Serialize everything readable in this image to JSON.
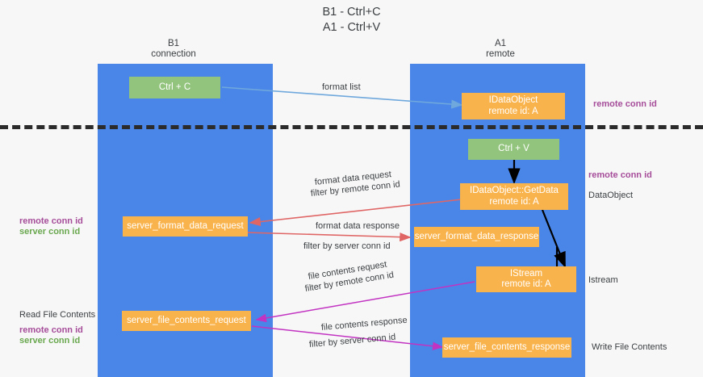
{
  "title": {
    "line1": "B1 - Ctrl+C",
    "line2": "A1 - Ctrl+V"
  },
  "columns": [
    {
      "id": "b1",
      "name": "B1",
      "sub": "connection"
    },
    {
      "id": "a1",
      "name": "A1",
      "sub": "remote"
    }
  ],
  "colors": {
    "lane": "#4a86e8",
    "box_green": "#93c47d",
    "box_orange": "#f9b34c",
    "remote_conn_id": "#a64d9a",
    "server_conn_id_green": "#6aa84f",
    "server_conn_id_purple": "#b04ab0",
    "arrow_blue": "#6fa8dc",
    "arrow_red": "#e06666",
    "arrow_magenta": "#c233c2",
    "arrow_black": "#000000",
    "separator": "#2b2b2b",
    "background": "#f7f7f7"
  },
  "boxes": {
    "ctrl_c": "Ctrl + C",
    "ctrl_v": "Ctrl + V",
    "idataobject_line1": "IDataObject",
    "idataobject_line2": "remote id: A",
    "getdata_line1": "IDataObject::GetData",
    "getdata_line2": "remote id: A",
    "istream_line1": "IStream",
    "istream_line2": "remote id: A",
    "server_format_data_request": "server_format_data_request",
    "server_format_data_response": "server_format_data_response",
    "server_file_contents_request": "server_file_contents_request",
    "server_file_contents_response": "server_file_contents_response"
  },
  "edge_labels": {
    "format_list": "format list",
    "format_data_request": "format data request",
    "format_data_response": "format data response",
    "file_contents_request": "file contents request",
    "file_contents_response": "file contents response",
    "filter_by": "filter by ",
    "remote_conn_id": "remote conn id",
    "server_conn_id": "server conn id"
  },
  "right_labels": [
    {
      "id": "remote-conn-id-top",
      "text": "remote conn id",
      "style": "purple"
    },
    {
      "id": "remote-conn-id-mid",
      "text": "remote conn id",
      "style": "purple"
    },
    {
      "id": "dataobject",
      "text": "DataObject",
      "style": "plain"
    },
    {
      "id": "istream",
      "text": "Istream",
      "style": "plain"
    },
    {
      "id": "write-file-contents",
      "text": "Write File Contents",
      "style": "plain"
    }
  ],
  "left_labels": [
    {
      "id": "remote-conn-id",
      "text": "remote conn id",
      "style": "purple"
    },
    {
      "id": "server-conn-id",
      "text": "server conn id",
      "style": "green"
    },
    {
      "id": "read-file-contents",
      "text": "Read File Contents",
      "style": "plain"
    },
    {
      "id": "remote-conn-id-2",
      "text": "remote conn id",
      "style": "purple"
    },
    {
      "id": "server-conn-id-2",
      "text": "server conn id",
      "style": "green"
    }
  ]
}
